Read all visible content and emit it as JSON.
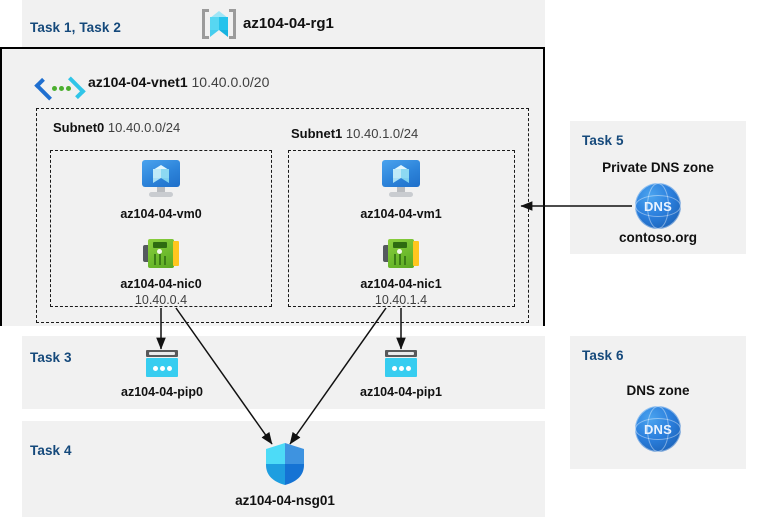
{
  "resource_group": {
    "task_label": "Task 1, Task 2",
    "name": "az104-04-rg1",
    "icon": "resource-group-icon"
  },
  "vnet": {
    "name": "az104-04-vnet1",
    "address_space": "10.40.0.0/20",
    "icon": "virtual-network-icon"
  },
  "subnets": [
    {
      "name": "Subnet0",
      "address_prefix": "10.40.0.0/24",
      "vm": {
        "name": "az104-04-vm0",
        "icon": "virtual-machine-icon"
      },
      "nic": {
        "name": "az104-04-nic0",
        "ip": "10.40.0.4",
        "icon": "network-interface-icon"
      }
    },
    {
      "name": "Subnet1",
      "address_prefix": "10.40.1.0/24",
      "vm": {
        "name": "az104-04-vm1",
        "icon": "virtual-machine-icon"
      },
      "nic": {
        "name": "az104-04-nic1",
        "ip": "10.40.1.4",
        "icon": "network-interface-icon"
      }
    }
  ],
  "task3": {
    "task_label": "Task 3",
    "public_ips": [
      {
        "name": "az104-04-pip0",
        "icon": "public-ip-icon"
      },
      {
        "name": "az104-04-pip1",
        "icon": "public-ip-icon"
      }
    ]
  },
  "task4": {
    "task_label": "Task 4",
    "nsg": {
      "name": "az104-04-nsg01",
      "icon": "network-security-group-shield-icon"
    }
  },
  "task5": {
    "task_label": "Task 5",
    "heading": "Private DNS zone",
    "zone_name": "contoso.org",
    "icon": "dns-globe-icon",
    "icon_text": "DNS"
  },
  "task6": {
    "task_label": "Task 6",
    "heading": "DNS zone",
    "icon": "dns-globe-icon",
    "icon_text": "DNS"
  },
  "colors": {
    "task_label": "#15497b",
    "panel_background": "#f1f1f1",
    "canvas_background": "#ffffff",
    "border": "#000000",
    "dashed_border": "#1a1a1a",
    "nic_green": "#6cba2c",
    "public_ip_cyan": "#37cdf0",
    "dns_blue": "#2b7fdd",
    "vm_blue": "#2d84da"
  }
}
